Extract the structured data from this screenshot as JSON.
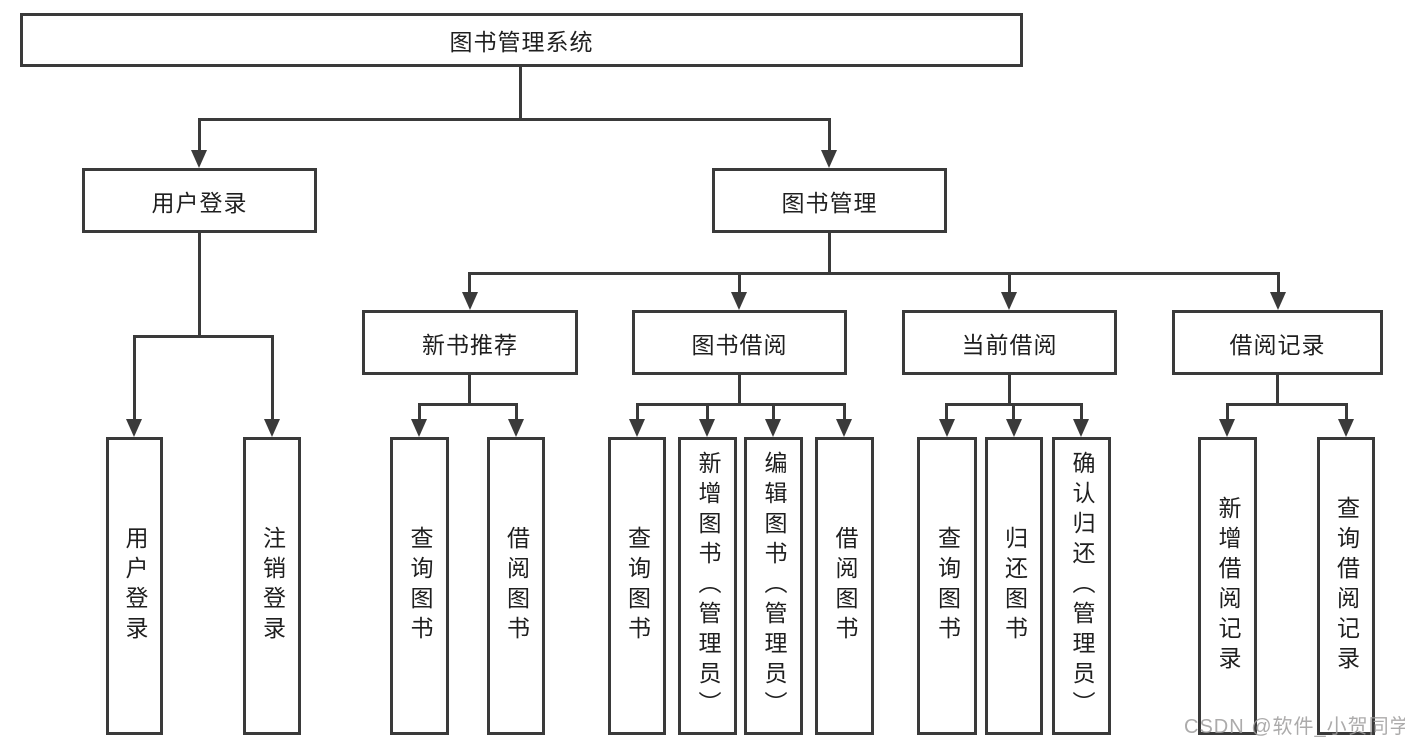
{
  "diagram": {
    "type": "feature-tree",
    "root": {
      "label": "图书管理系统"
    },
    "level1": {
      "user_login": {
        "label": "用户登录"
      },
      "book_mgmt": {
        "label": "图书管理"
      }
    },
    "level2": {
      "new_book_rec": {
        "label": "新书推荐"
      },
      "book_borrow": {
        "label": "图书借阅"
      },
      "current_borrow": {
        "label": "当前借阅"
      },
      "borrow_records": {
        "label": "借阅记录"
      }
    },
    "leaves": {
      "user_login_leaf": {
        "label": "用户登录",
        "parent": "用户登录"
      },
      "logout_leaf": {
        "label": "注销登录",
        "parent": "用户登录"
      },
      "rec_query_books": {
        "label": "查询图书",
        "parent": "新书推荐"
      },
      "rec_borrow_books": {
        "label": "借阅图书",
        "parent": "新书推荐"
      },
      "bb_query_books": {
        "label": "查询图书",
        "parent": "图书借阅"
      },
      "bb_add_books": {
        "label": "新增图书（管理员）",
        "parent": "图书借阅"
      },
      "bb_edit_books": {
        "label": "编辑图书（管理员）",
        "parent": "图书借阅"
      },
      "bb_borrow_books": {
        "label": "借阅图书",
        "parent": "图书借阅"
      },
      "cb_query_books": {
        "label": "查询图书",
        "parent": "当前借阅"
      },
      "cb_return_books": {
        "label": "归还图书",
        "parent": "当前借阅"
      },
      "cb_confirm_return": {
        "label": "确认归还（管理员）",
        "parent": "当前借阅"
      },
      "br_add_record": {
        "label": "新增借阅记录",
        "parent": "借阅记录"
      },
      "br_query_record": {
        "label": "查询借阅记录",
        "parent": "借阅记录"
      }
    },
    "colors": {
      "line": "#3a3a3a",
      "text": "#1f1f1f",
      "background": "#ffffff",
      "watermark_gray": "#9e9c9c"
    }
  },
  "watermark": {
    "text": "CSDN @软件_小贺同学"
  }
}
